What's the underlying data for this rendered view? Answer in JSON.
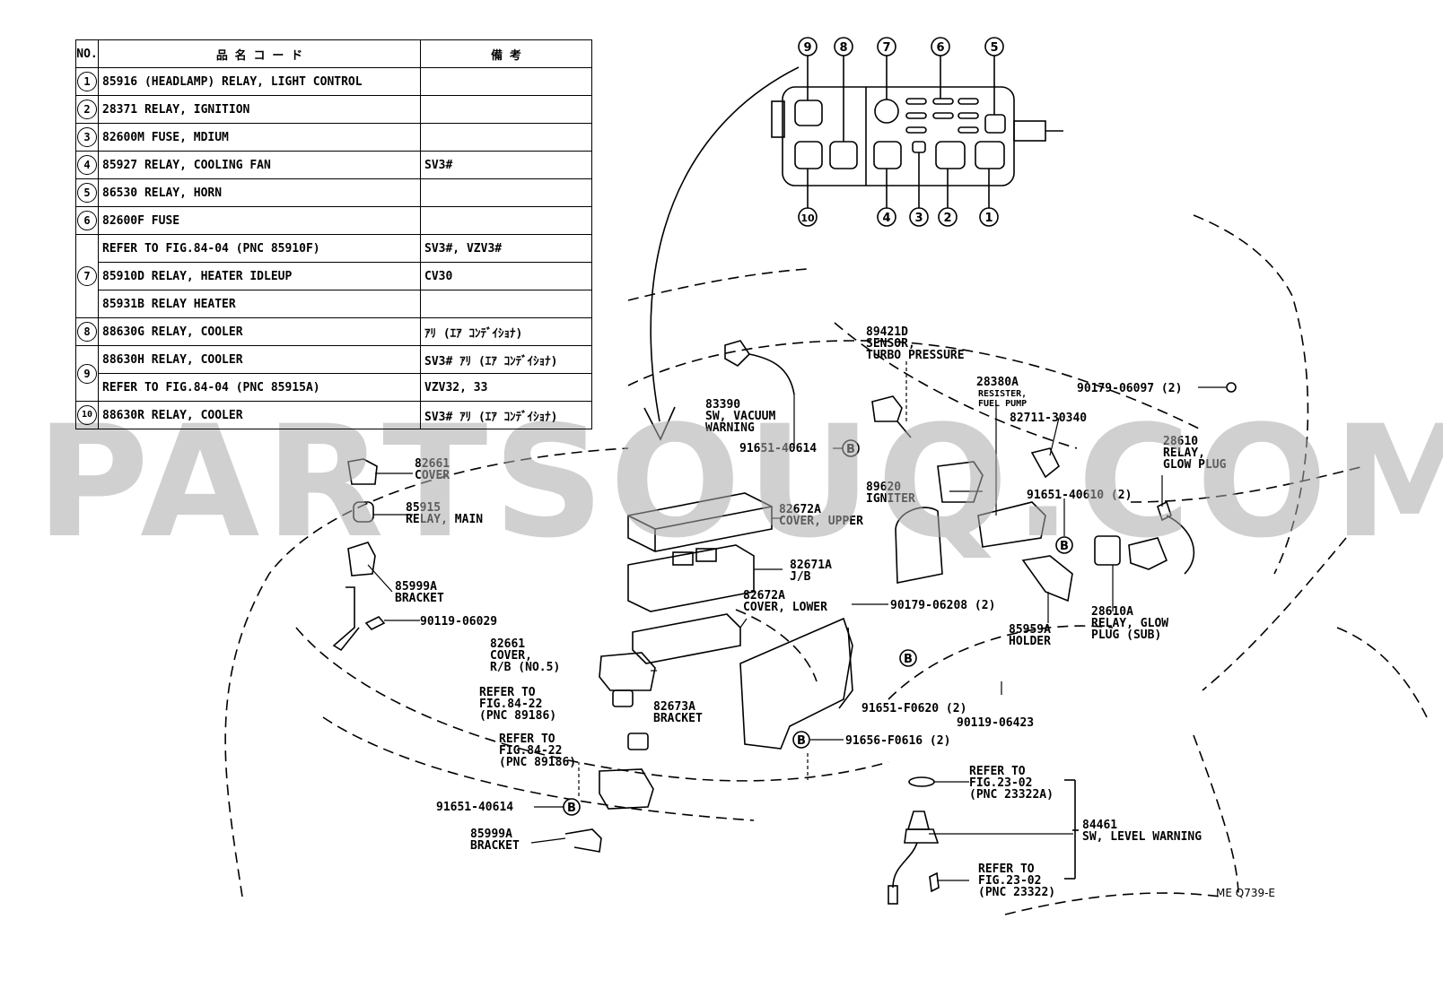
{
  "table": {
    "headers": [
      "NO.",
      "品 名 コ ー ド",
      "備     考"
    ],
    "rows": [
      {
        "no": "1",
        "name": "85916   (HEADLAMP) RELAY, LIGHT CONTROL",
        "note": ""
      },
      {
        "no": "2",
        "name": "28371  RELAY, IGNITION",
        "note": ""
      },
      {
        "no": "3",
        "name": "82600M FUSE, MDIUM",
        "note": ""
      },
      {
        "no": "4",
        "name": "85927  RELAY, COOLING FAN",
        "note": "SV3#"
      },
      {
        "no": "5",
        "name": "86530  RELAY, HORN",
        "note": ""
      },
      {
        "no": "6",
        "name": "82600F FUSE",
        "note": ""
      },
      {
        "no": "",
        "name": "REFER TO FIG.84-04  (PNC 85910F)",
        "note": "SV3#, VZV3#"
      },
      {
        "no": "7",
        "name": "85910D RELAY, HEATER IDLEUP",
        "note": "CV30"
      },
      {
        "no": "",
        "name": "85931B RELAY HEATER",
        "note": ""
      },
      {
        "no": "8",
        "name": "88630G RELAY, COOLER",
        "note": "ｱﾘ (ｴｱ ｺﾝﾃﾞｲｼｮﾅ)"
      },
      {
        "no": "9",
        "name": "88630H RELAY, COOLER",
        "note": "SV3# ｱﾘ (ｴｱ ｺﾝﾃﾞｲｼｮﾅ)"
      },
      {
        "no": "",
        "name": "REFER TO FIG.84-04  (PNC 85915A)",
        "note": "VZV32, 33"
      },
      {
        "no": "10",
        "name": "88630R RELAY, COOLER",
        "note": "SV3# ｱﾘ (ｴｱ ｺﾝﾃﾞｲｼｮﾅ)"
      }
    ]
  },
  "watermark": "PARTSOUQ.COM",
  "relay_box_numbers": {
    "top": [
      "9",
      "8",
      "7",
      "6",
      "5"
    ],
    "bottom": [
      "10",
      "4",
      "3",
      "2",
      "1"
    ]
  },
  "callouts": {
    "sensor_turbo": [
      "89421D",
      "SENSOR,",
      "TURBO PRESSURE"
    ],
    "sw_vacuum": [
      "83390",
      "SW, VACUUM",
      "WARNING"
    ],
    "resister": [
      "28380A",
      "RESISTER,",
      "FUEL PUMP"
    ],
    "clip_90179_06097": "90179-06097 (2)",
    "clip_82711": "82711-30340",
    "glow_plug_relay": [
      "28610",
      "RELAY,",
      "GLOW PLUG"
    ],
    "bolt_91651_40614_top": "91651-40614",
    "igniter": [
      "89620",
      "IGNITER"
    ],
    "bolt_91651_40610": "91651-40610 (2)",
    "cover_82661": [
      "82661",
      "COVER"
    ],
    "relay_main": [
      "85915",
      "RELAY, MAIN"
    ],
    "cover_upper": [
      "82672A",
      "COVER, UPPER"
    ],
    "jb": [
      "82671A",
      "J/B"
    ],
    "cover_lower": [
      "82672A",
      "COVER, LOWER"
    ],
    "bracket_85999a_top": [
      "85999A",
      "BRACKET"
    ],
    "bolt_90119_06029": "90119-06029",
    "nut_90179_06208": "90179-06208 (2)",
    "holder": [
      "85959A",
      "HOLDER"
    ],
    "glow_plug_sub": [
      "28610A",
      "RELAY, GLOW",
      "PLUG (SUB)"
    ],
    "cover_rb": [
      "82661",
      "COVER,",
      "R/B (NO.5)"
    ],
    "refer_84_22_a": [
      "REFER TO",
      "FIG.84-22",
      "(PNC 89186)"
    ],
    "bracket_82673a": [
      "82673A",
      "BRACKET"
    ],
    "bolt_f0620": "91651-F0620 (2)",
    "bolt_90119_06423": "90119-06423",
    "refer_84_22_b": [
      "REFER TO",
      "FIG.84-22",
      "(PNC 89186)"
    ],
    "bolt_f0616": "91656-F0616 (2)",
    "refer_23_02_a": [
      "REFER TO",
      "FIG.23-02",
      "(PNC 23322A)"
    ],
    "sw_level": [
      "84461",
      "SW, LEVEL WARNING"
    ],
    "bolt_91651_40614_bottom": "91651-40614",
    "bracket_85999a_bottom": [
      "85999A",
      "BRACKET"
    ],
    "refer_23_02_b": [
      "REFER TO",
      "FIG.23-02",
      "(PNC 23322)"
    ],
    "b_marker": "B",
    "figure_code": "ME Q739-E"
  }
}
